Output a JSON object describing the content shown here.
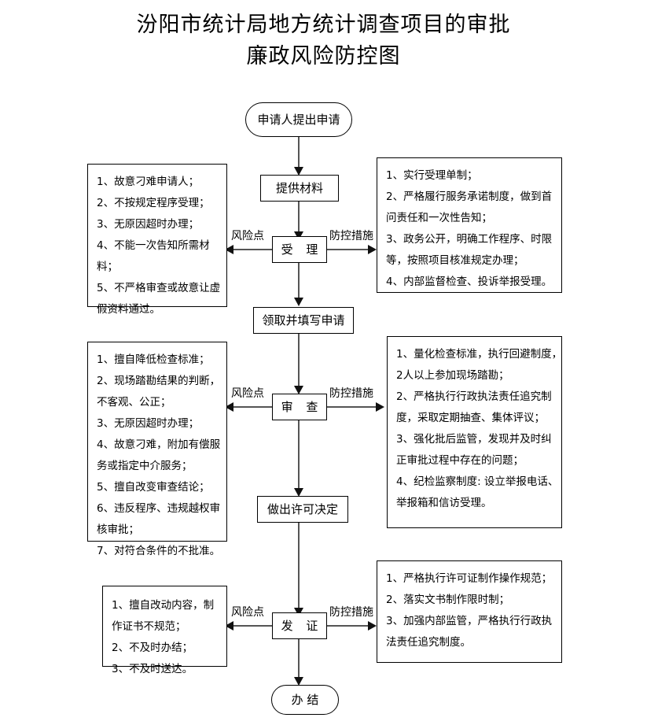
{
  "title": {
    "line1": "汾阳市统计局地方统计调查项目的审批",
    "line2": "廉政风险防控图"
  },
  "flow": {
    "start": "申请人提出申请",
    "step_materials": "提供材料",
    "stage_accept": "受  理",
    "step_fill_form": "领取并填写申请",
    "stage_review": "审  查",
    "step_decision": "做出许可决定",
    "stage_issue": "发  证",
    "end": "办  结"
  },
  "edge_labels": {
    "risk": "风险点",
    "measure": "防控措施"
  },
  "panels": {
    "accept_risks": [
      "1、故意刁难申请人；",
      "2、不按规定程序受理；",
      "3、无原因超时办理；",
      "4、不能一次告知所需材",
      "料；",
      "5、不严格审查或故意让虚",
      "假资料通过。"
    ],
    "accept_measures": [
      "1、实行受理单制；",
      "2、严格履行服务承诺制度，做到首",
      "问责任和一次性告知；",
      "3、政务公开，明确工作程序、时限",
      "等，按照项目核准规定办理；",
      "4、内部监督检查、投诉举报受理。"
    ],
    "review_risks": [
      "1、擅自降低检查标准；",
      "2、现场踏勘结果的判断，",
      "不客观、公正；",
      "3、无原因超时办理；",
      "4、故意刁难，附加有偿服",
      "务或指定中介服务；",
      "5、擅自改变审查结论；",
      "6、违反程序、违规越权审",
      "核审批；",
      "7、对符合条件的不批准。"
    ],
    "review_measures": [
      "1、量化检查标准，执行回避制度，",
      "2人以上参加现场踏勘；",
      "2、严格执行行政执法责任追究制",
      "度，采取定期抽查、集体评议；",
      "3、强化批后监管，发现并及时纠",
      "正审批过程中存在的问题；",
      "4、纪检监察制度: 设立举报电话、",
      "举报箱和信访受理。"
    ],
    "issue_risks": [
      "1、擅自改动内容，制",
      "作证书不规范；",
      "2、不及时办结；",
      "3、不及时送达。"
    ],
    "issue_measures": [
      "1、严格执行许可证制作操作规范；",
      "2、落实文书制作限时制；",
      "3、加强内部监管，严格执行行政执",
      "法责任追究制度。"
    ]
  }
}
